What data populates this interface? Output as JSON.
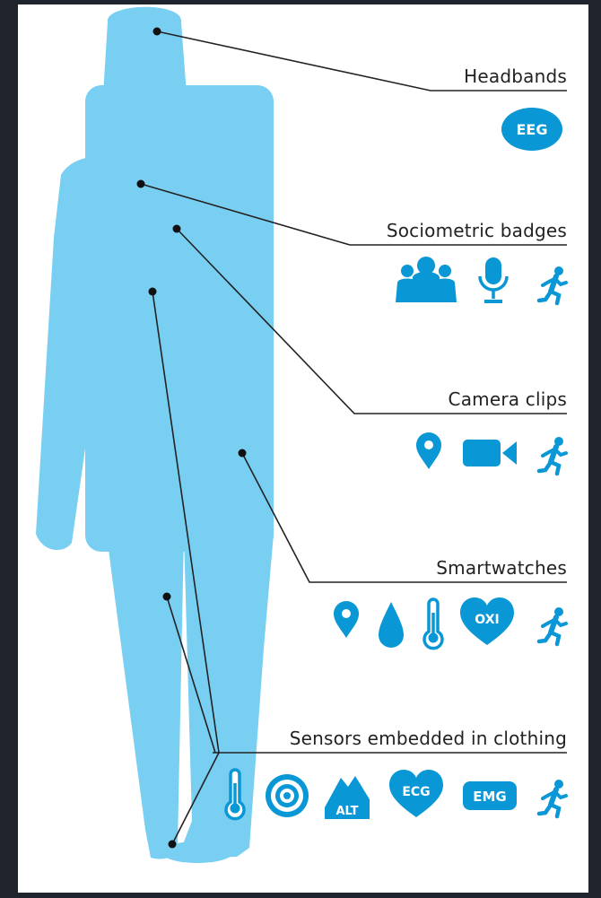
{
  "colors": {
    "figure": "#78cff2",
    "icon": "#0a97d6",
    "line": "#222222"
  },
  "categories": [
    {
      "label": "Headbands",
      "icons": [
        "eeg-badge"
      ],
      "icon_text": [
        "EEG"
      ]
    },
    {
      "label": "Sociometric badges",
      "icons": [
        "group-icon",
        "microphone-icon",
        "running-person-icon"
      ]
    },
    {
      "label": "Camera clips",
      "icons": [
        "location-pin-icon",
        "video-camera-icon",
        "running-person-icon"
      ]
    },
    {
      "label": "Smartwatches",
      "icons": [
        "location-pin-icon",
        "water-drop-icon",
        "thermometer-icon",
        "oxi-heart-badge",
        "running-person-icon"
      ],
      "icon_text": [
        "OXI"
      ]
    },
    {
      "label": "Sensors embedded in clothing",
      "icons": [
        "thermometer-icon",
        "target-icon",
        "altitude-mountain-icon",
        "ecg-heart-badge",
        "emg-badge",
        "running-person-icon"
      ],
      "icon_text": [
        "ALT",
        "ECG",
        "EMG"
      ]
    }
  ]
}
